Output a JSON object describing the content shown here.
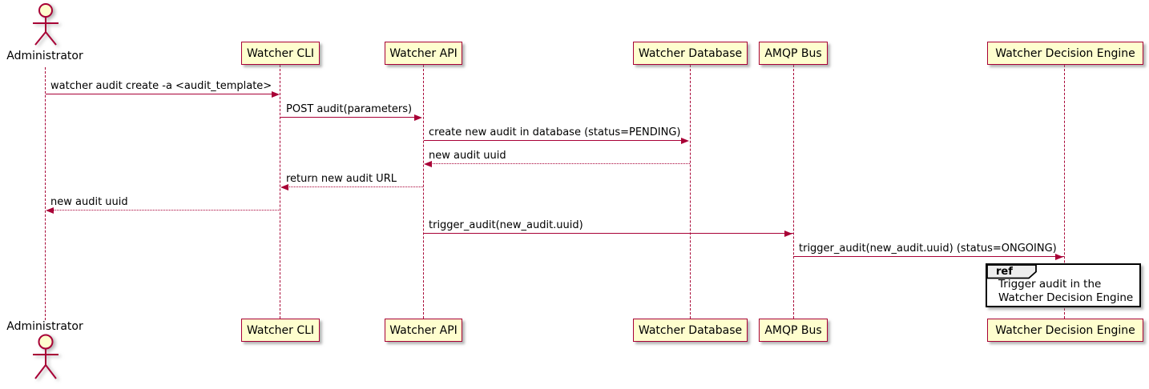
{
  "diagram_type": "sequence-diagram",
  "colors": {
    "participant_fill": "#FEFECE",
    "participant_border": "#A80036",
    "arrow_line": "#A80036",
    "lifeline": "#A80036",
    "text": "#000000",
    "ref_fill": "#FFFFFF",
    "ref_border": "#000000",
    "ref_tag_fill": "#EEEEEE",
    "background": "#FFFFFF"
  },
  "participants": [
    {
      "name": "Administrator",
      "type": "actor"
    },
    {
      "name": "Watcher CLI",
      "type": "participant"
    },
    {
      "name": "Watcher API",
      "type": "participant"
    },
    {
      "name": "Watcher Database",
      "type": "participant"
    },
    {
      "name": "AMQP Bus",
      "type": "participant"
    },
    {
      "name": "Watcher Decision Engine",
      "type": "participant"
    }
  ],
  "messages": [
    {
      "from": "Administrator",
      "to": "Watcher CLI",
      "text": "watcher audit create -a <audit_template>",
      "line": "solid",
      "direction": "right"
    },
    {
      "from": "Watcher CLI",
      "to": "Watcher API",
      "text": "POST audit(parameters)",
      "line": "solid",
      "direction": "right"
    },
    {
      "from": "Watcher API",
      "to": "Watcher Database",
      "text": "create new audit in database (status=PENDING)",
      "line": "solid",
      "direction": "right"
    },
    {
      "from": "Watcher Database",
      "to": "Watcher API",
      "text": "new audit uuid",
      "line": "dotted",
      "direction": "left"
    },
    {
      "from": "Watcher API",
      "to": "Watcher CLI",
      "text": "return new audit URL",
      "line": "dotted",
      "direction": "left"
    },
    {
      "from": "Watcher CLI",
      "to": "Administrator",
      "text": "new audit uuid",
      "line": "dotted",
      "direction": "left"
    },
    {
      "from": "Watcher API",
      "to": "AMQP Bus",
      "text": "trigger_audit(new_audit.uuid)",
      "line": "solid",
      "direction": "right"
    },
    {
      "from": "AMQP Bus",
      "to": "Watcher Decision Engine",
      "text": "trigger_audit(new_audit.uuid) (status=ONGOING)",
      "line": "solid",
      "direction": "right"
    }
  ],
  "ref": {
    "keyword": "ref",
    "lines": [
      "Trigger audit in the",
      "Watcher Decision Engine"
    ]
  }
}
